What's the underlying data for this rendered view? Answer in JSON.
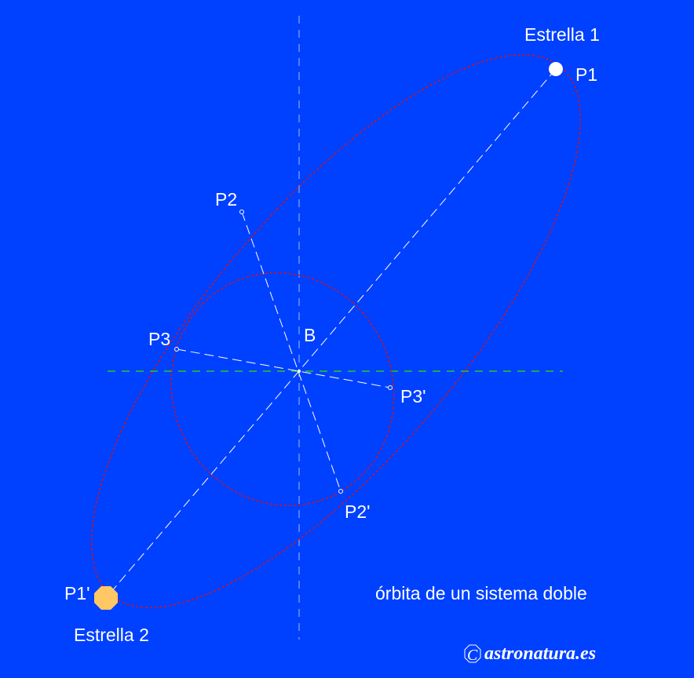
{
  "labels": {
    "star1": "Estrella 1",
    "star2": "Estrella 2",
    "p1": "P1",
    "p1p": "P1'",
    "p2": "P2",
    "p2p": "P2'",
    "p3": "P3",
    "p3p": "P3'",
    "b": "B"
  },
  "caption": "órbita de un sistema doble",
  "logo": {
    "symbol": "C",
    "text": "astronatura.es"
  },
  "colors": {
    "background": "#0040ff",
    "orbit": "#e01010",
    "star2": "#ffc864",
    "axis_h": "#20d020",
    "axis_v": "#a0c0ff"
  }
}
